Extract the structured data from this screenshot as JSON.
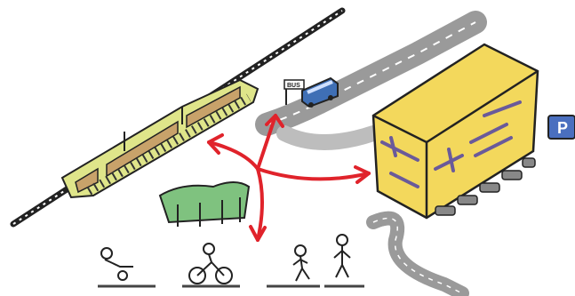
{
  "signs": {
    "bus_stop": "BUS",
    "parking": "P"
  },
  "colors": {
    "background": "#ffffff",
    "arrows": "#e0232b",
    "train_body": "#dfe58a",
    "train_window": "#c8a26a",
    "building": "#f3d85c",
    "building_marks": "#6a5a9a",
    "bus": "#3f6fb5",
    "parking_sign": "#4a6fbf",
    "road": "#9a9a9a",
    "trees": "#3f8a3f",
    "outline": "#111111"
  },
  "icons": [
    "train-icon",
    "bus-icon",
    "bus-stop-sign",
    "parking-garage",
    "parking-sign",
    "tree-group",
    "scooter-rider",
    "cyclist",
    "pedestrian",
    "child"
  ]
}
